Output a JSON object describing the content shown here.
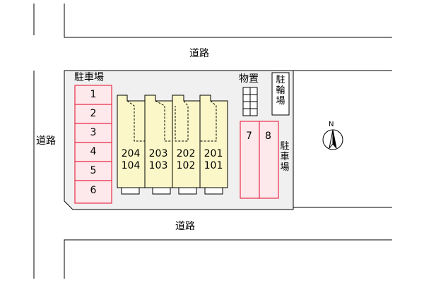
{
  "map": {
    "roads": {
      "top": "道路",
      "left": "道路",
      "bottom": "道路"
    },
    "parking_main": {
      "label": "駐車場",
      "spaces": [
        "1",
        "2",
        "3",
        "4",
        "5",
        "6"
      ]
    },
    "building": {
      "units": [
        {
          "upper": "204",
          "lower": "104"
        },
        {
          "upper": "203",
          "lower": "103"
        },
        {
          "upper": "202",
          "lower": "102"
        },
        {
          "upper": "201",
          "lower": "101"
        }
      ]
    },
    "storage": {
      "label": "物置"
    },
    "bicycle_parking": {
      "label": "駐輪場"
    },
    "parking_side": {
      "label": "駐車場",
      "spaces": [
        "7",
        "8"
      ]
    },
    "compass": {
      "letter": "N"
    },
    "colors": {
      "parking_border": "#e8304a",
      "parking_fill": "#fde8ec",
      "building_fill": "#fbf7c8",
      "lot_fill": "#f0f0f0"
    }
  }
}
